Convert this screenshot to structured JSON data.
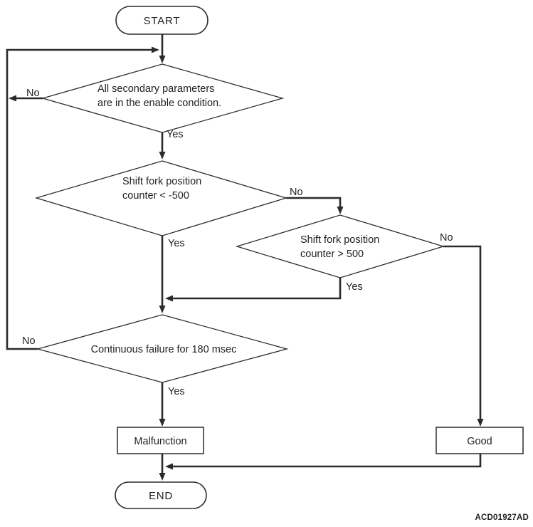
{
  "diagram": {
    "code": "ACD01927AD",
    "colors": {
      "line": "#2d2a2b",
      "text": "#231f20",
      "node_fill": "#ffffff",
      "background": "#ffffff"
    },
    "nodes": {
      "start": {
        "label": "START"
      },
      "decision1": {
        "line1": "All secondary parameters",
        "line2": "are in the enable condition."
      },
      "decision2": {
        "line1": "Shift fork position",
        "line2": "counter < -500"
      },
      "decision3": {
        "line1": "Shift fork position",
        "line2": "counter > 500"
      },
      "decision4": {
        "line1": "Continuous failure for 180 msec"
      },
      "malfunction": {
        "label": "Malfunction"
      },
      "good": {
        "label": "Good"
      },
      "end": {
        "label": "END"
      }
    },
    "edge_labels": {
      "decision1_no": "No",
      "decision1_yes": "Yes",
      "decision2_no": "No",
      "decision2_yes": "Yes",
      "decision3_no": "No",
      "decision3_yes": "Yes",
      "decision4_no": "No",
      "decision4_yes": "Yes"
    }
  }
}
